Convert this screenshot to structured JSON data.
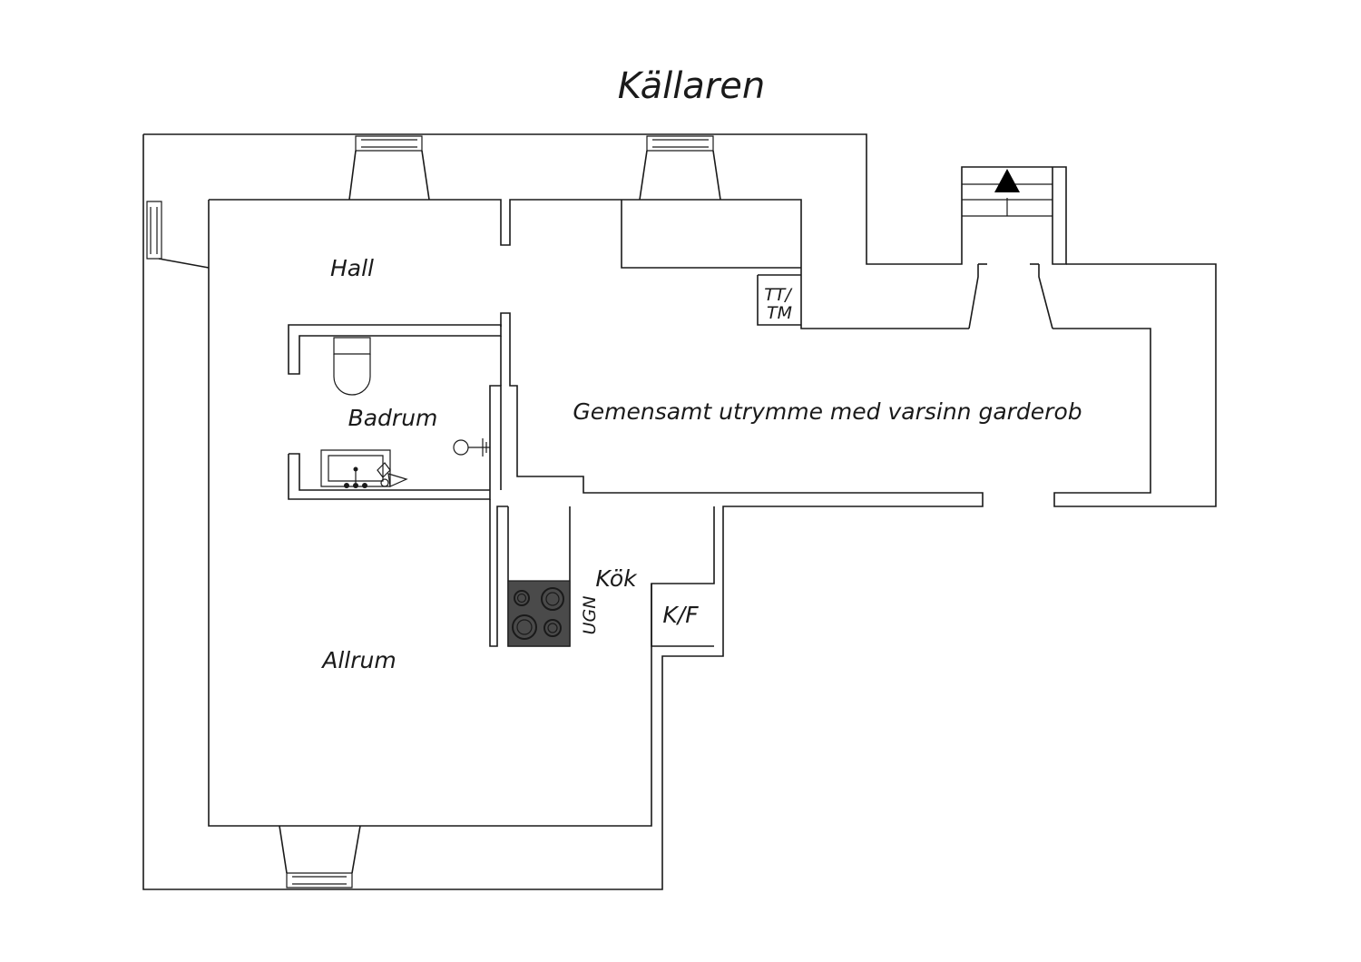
{
  "title": "Källaren",
  "rooms": {
    "hall": "Hall",
    "badrum": "Badrum",
    "gemensamt": "Gemensamt utrymme med varsinn garderob",
    "kok": "Kök",
    "allrum": "Allrum"
  },
  "fixtures": {
    "tt": "TT/",
    "tm": "TM",
    "kf": "K/F",
    "ugn": "UGN"
  },
  "colors": {
    "line": "#1a1a1a",
    "stove": "#4a4a4a",
    "background": "#ffffff"
  }
}
